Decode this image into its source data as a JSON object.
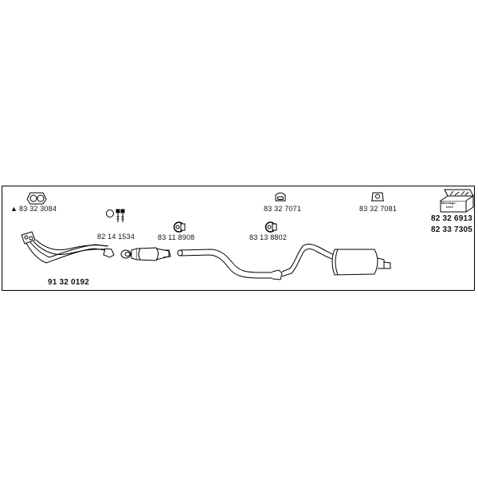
{
  "parts": {
    "front_pipe": "91 32 0192",
    "flange_gasket": "83 32 3084",
    "bolts": "82 14 1534",
    "clamp_1": "83 11 8908",
    "clamp_2": "83 13 8802",
    "rubber_mount_1": "83 32 7071",
    "rubber_mount_2": "83 32 7081",
    "mounting_kit_1": "82 32 6913",
    "mounting_kit_2": "82 33 7305"
  },
  "kit_box_text": [
    "Montage-",
    "teile"
  ],
  "warning_glyph": "▲",
  "icons": [
    "gasket-icon",
    "bolt-nut-icon",
    "clamp-icon",
    "rubber-mount-icon",
    "mounting-kit-box-icon"
  ]
}
